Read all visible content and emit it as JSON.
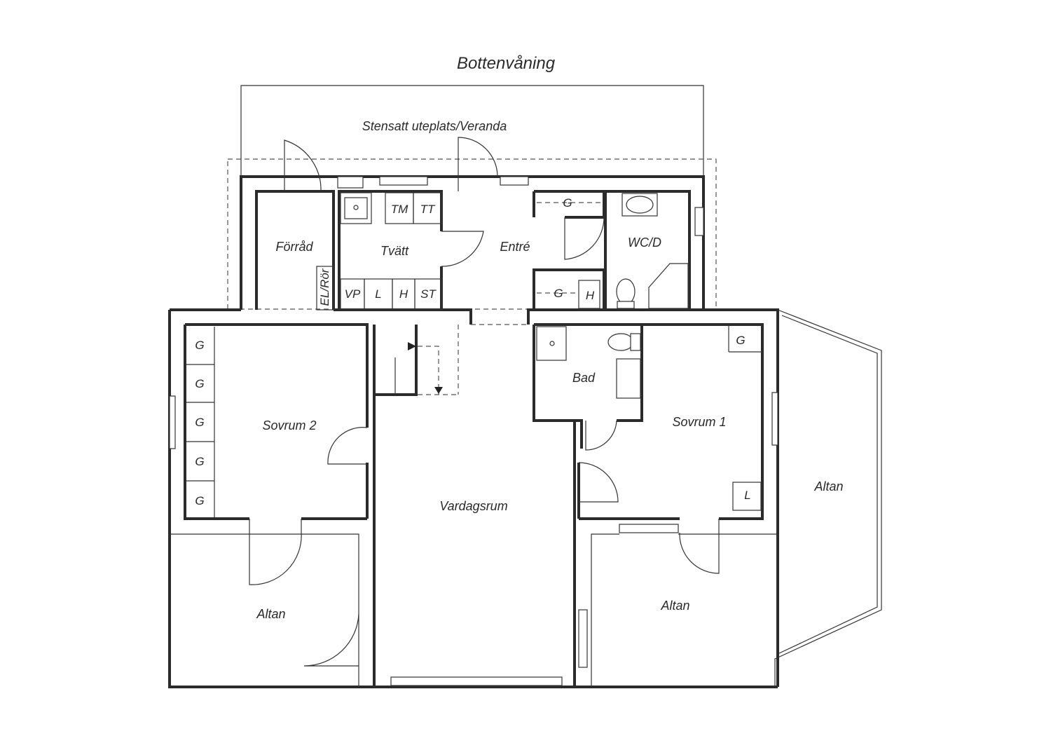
{
  "title": "Bottenvåning",
  "rooms": {
    "veranda": "Stensatt uteplats/Veranda",
    "forrad": "Förråd",
    "el_ror": "EL/Rör",
    "tvatt": "Tvätt",
    "entre": "Entré",
    "wcd": "WC/D",
    "bad": "Bad",
    "sovrum2": "Sovrum 2",
    "sovrum1": "Sovrum 1",
    "vardagsrum": "Vardagsrum",
    "altan_left": "Altan",
    "altan_mid": "Altan",
    "altan_right": "Altan"
  },
  "fixtures": {
    "tm": "TM",
    "tt": "TT",
    "vp": "VP",
    "l_tvatt": "L",
    "h_tvatt": "H",
    "st": "ST",
    "g_entre_top": "G",
    "g_entre_bottom": "G",
    "h_entre": "H",
    "g_sov2": [
      "G",
      "G",
      "G",
      "G",
      "G"
    ],
    "g_sov1": "G",
    "l_sov1": "L"
  }
}
